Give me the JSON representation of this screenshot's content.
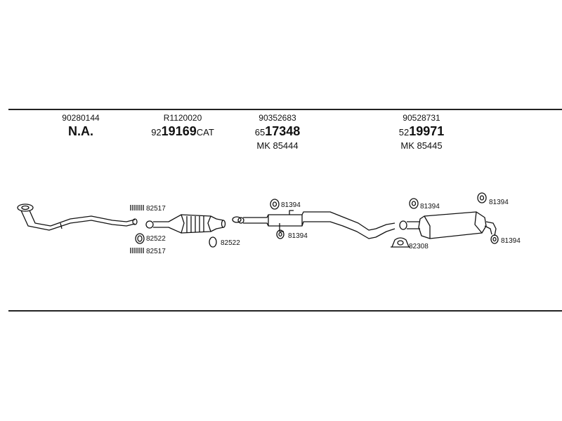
{
  "columns": [
    {
      "part_no": "90280144",
      "big": "N.A.",
      "big_prefix": "",
      "big_suffix": "",
      "mk": ""
    },
    {
      "part_no": "R1120020",
      "big_prefix": "92",
      "big": "19169",
      "big_suffix": "CAT",
      "mk": ""
    },
    {
      "part_no": "90352683",
      "big_prefix": "65",
      "big": "17348",
      "big_suffix": "",
      "mk": "MK  85444"
    },
    {
      "part_no": "90528731",
      "big_prefix": "52",
      "big": "19971",
      "big_suffix": "",
      "mk": "MK  85445"
    }
  ],
  "labels": {
    "spring_clamp_a": "82517",
    "gasket_a": "82522",
    "spring_clamp_b": "82517",
    "gasket_b": "82522",
    "hanger_a": "81394",
    "hanger_b": "81394",
    "hanger_c": "81394",
    "hanger_d": "81394",
    "hanger_e": "81394",
    "clamp": "82308"
  }
}
